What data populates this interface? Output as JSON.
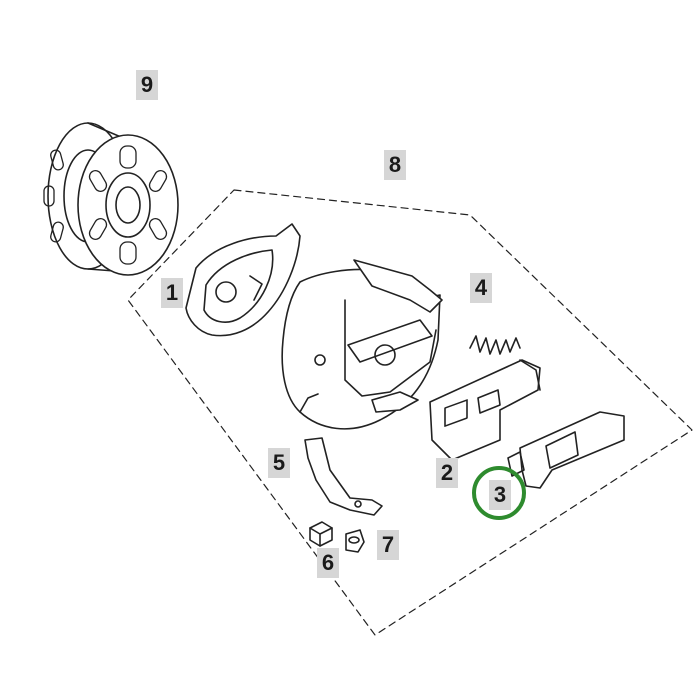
{
  "diagram": {
    "callouts": {
      "c1": "1",
      "c2": "2",
      "c3": "3",
      "c4": "4",
      "c5": "5",
      "c6": "6",
      "c7": "7",
      "c8": "8",
      "c9": "9"
    },
    "highlighted_part": "3",
    "colors": {
      "line": "#222222",
      "callout_bg": "#d6d6d6",
      "highlight": "#2e8b2e"
    }
  }
}
